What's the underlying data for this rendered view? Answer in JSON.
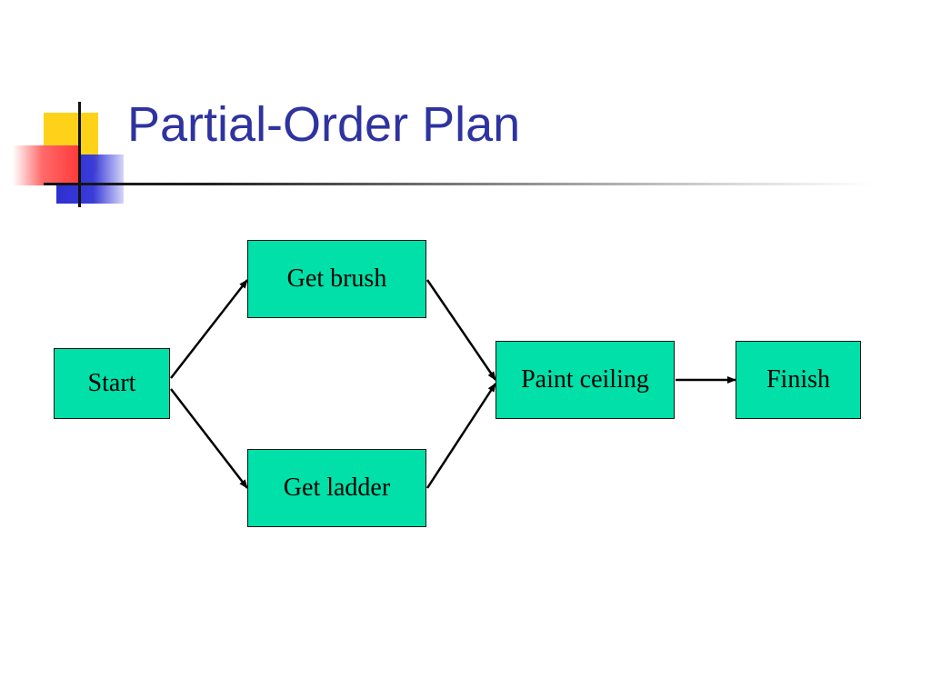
{
  "title": "Partial-Order Plan",
  "colors": {
    "title": "#2e33a0",
    "node_fill": "#00e0a8",
    "edge": "#000000"
  },
  "nodes": [
    {
      "id": "start",
      "label": "Start"
    },
    {
      "id": "brush",
      "label": "Get brush"
    },
    {
      "id": "ladder",
      "label": "Get ladder"
    },
    {
      "id": "paint",
      "label": "Paint ceiling"
    },
    {
      "id": "finish",
      "label": "Finish"
    }
  ],
  "edges": [
    {
      "from": "start",
      "to": "brush"
    },
    {
      "from": "start",
      "to": "ladder"
    },
    {
      "from": "brush",
      "to": "paint"
    },
    {
      "from": "ladder",
      "to": "paint"
    },
    {
      "from": "paint",
      "to": "finish"
    }
  ]
}
